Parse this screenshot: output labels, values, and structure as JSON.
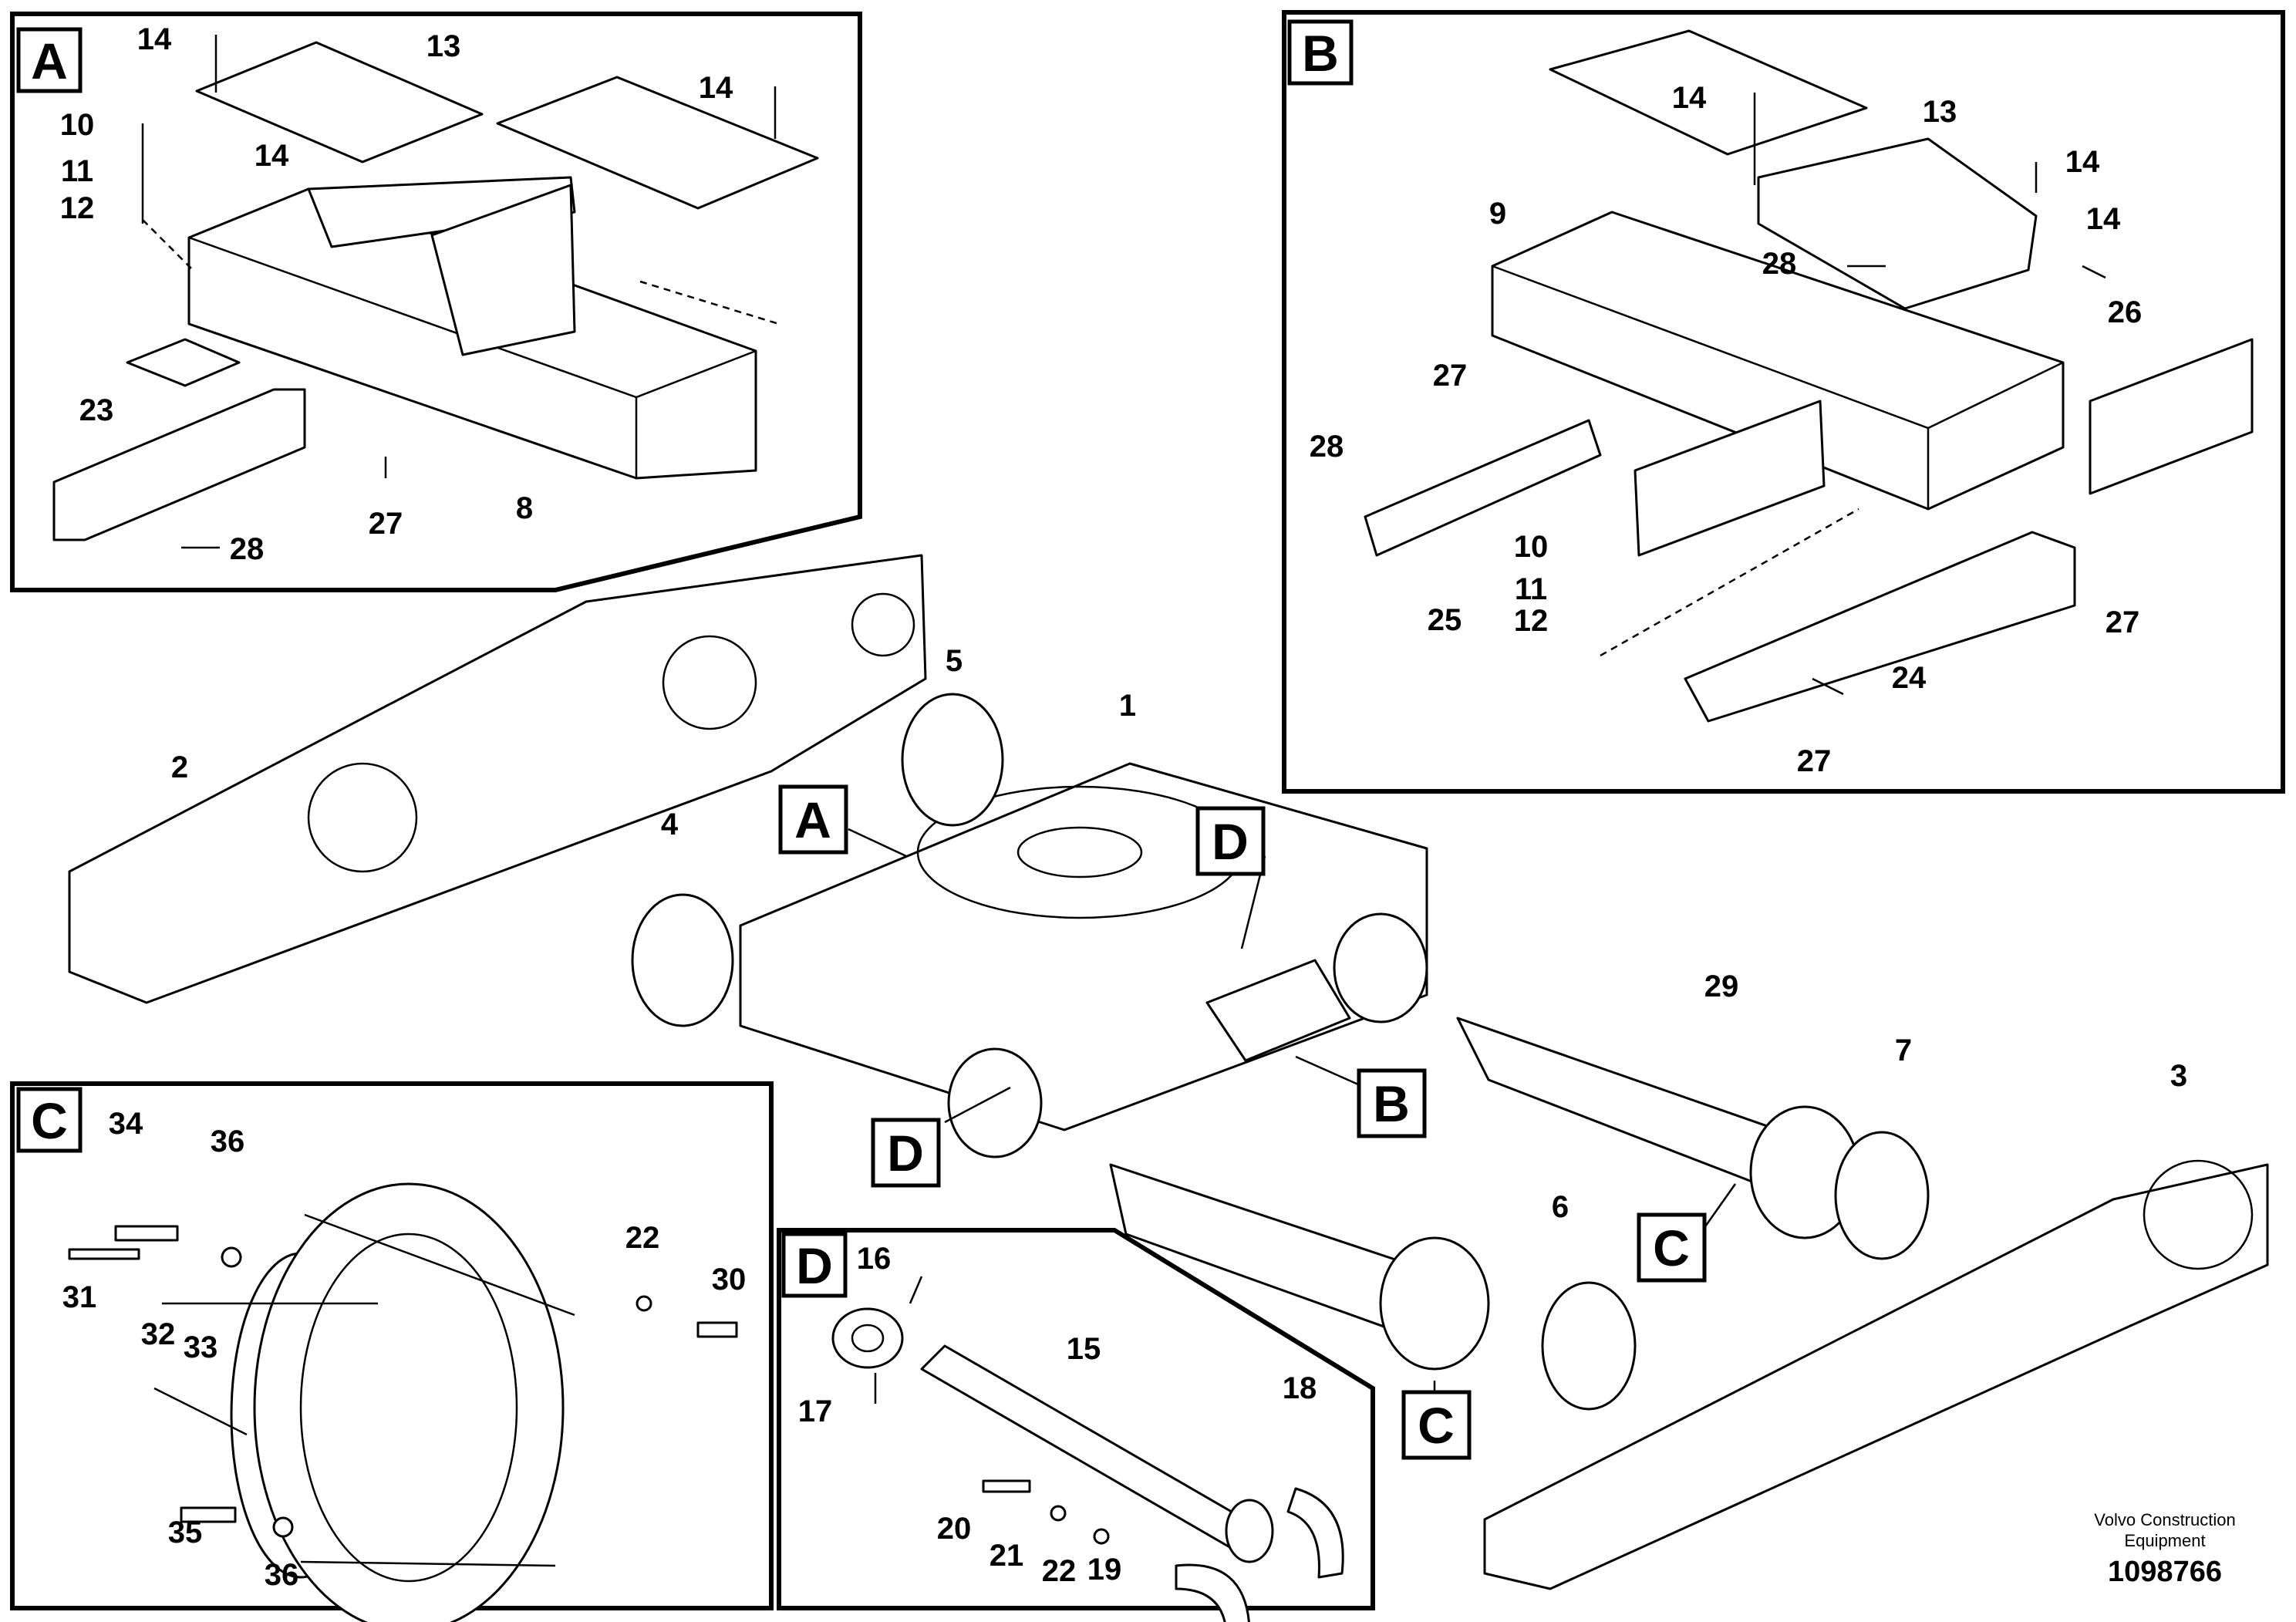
{
  "diagram": {
    "brand_line1": "Volvo Construction",
    "brand_line2": "Equipment",
    "drawing_number": "1098766",
    "views": {
      "A": "A",
      "B": "B",
      "C": "C",
      "D": "D"
    },
    "callouts": {
      "p1": "1",
      "p2": "2",
      "p3": "3",
      "p4": "4",
      "p5": "5",
      "p6": "6",
      "p7": "7",
      "p8": "8",
      "p9": "9",
      "p10": "10",
      "p11": "11",
      "p12": "12",
      "p13": "13",
      "p14": "14",
      "p15": "15",
      "p16": "16",
      "p17": "17",
      "p18": "18",
      "p19": "19",
      "p20": "20",
      "p21": "21",
      "p22": "22",
      "p23": "23",
      "p24": "24",
      "p25": "25",
      "p26": "26",
      "p27": "27",
      "p28": "28",
      "p29": "29",
      "p30": "30",
      "p31": "31",
      "p32": "32",
      "p33": "33",
      "p34": "34",
      "p35": "35",
      "p36": "36"
    }
  }
}
